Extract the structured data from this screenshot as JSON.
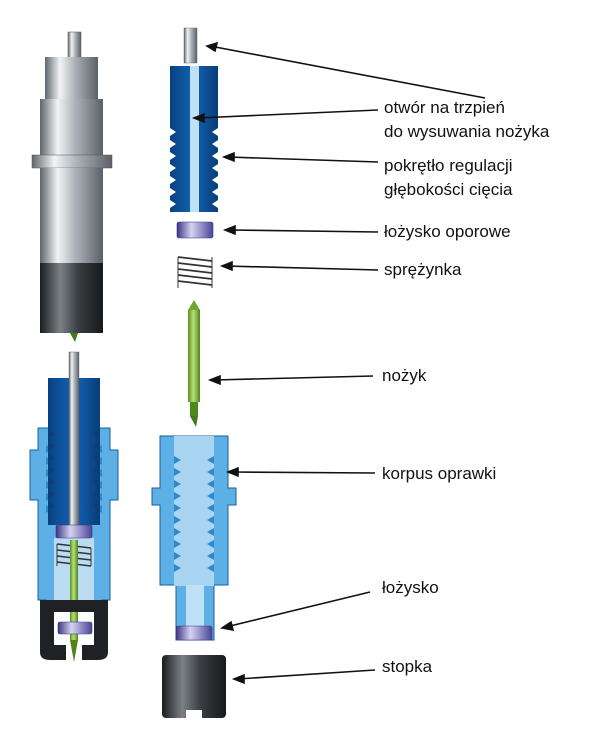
{
  "labels": {
    "hole": {
      "line1": "otwór na trzpień",
      "line2": "do wysuwania nożyka"
    },
    "knob": {
      "line1": "pokrętło regulacji",
      "line2": "głębokości cięcia"
    },
    "thrust_bearing": "łożysko oporowe",
    "spring": "sprężynka",
    "blade": "nożyk",
    "holder_body": "korpus oprawki",
    "bearing": "łożysko",
    "foot": "stopka"
  },
  "colors": {
    "metal_light": "#e8ecef",
    "metal_dark": "#6f767c",
    "rubber": "#2b2e31",
    "blue_dark": "#0d4f9e",
    "blue_light": "#5cb0e6",
    "bearing_purple": "#7f74c4",
    "blade_green": "#8dc63f",
    "arrow": "#111111"
  }
}
